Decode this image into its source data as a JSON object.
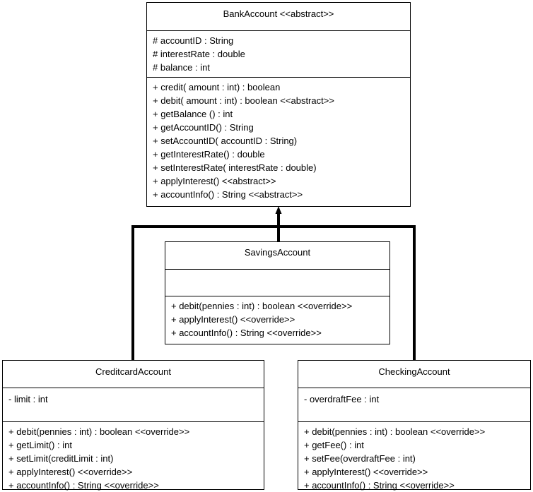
{
  "classes": {
    "bank_account": {
      "name": "BankAccount <<abstract>>",
      "attributes": [
        "# accountID : String",
        "# interestRate : double",
        "# balance : int"
      ],
      "methods": [
        "+ credit( amount : int) : boolean",
        "+ debit( amount : int) : boolean <<abstract>>",
        "+ getBalance () : int",
        "+ getAccountID() : String",
        "+ setAccountID( accountID : String)",
        "+ getInterestRate() : double",
        "+ setInterestRate( interestRate : double)",
        "+ applyInterest() <<abstract>>",
        "+ accountInfo() : String <<abstract>>"
      ]
    },
    "savings_account": {
      "name": "SavingsAccount",
      "attributes": [],
      "methods": [
        "+ debit(pennies : int) : boolean <<override>>",
        "+ applyInterest() <<override>>",
        "+ accountInfo() : String <<override>>"
      ]
    },
    "creditcard_account": {
      "name": "CreditcardAccount",
      "attributes": [
        "- limit : int"
      ],
      "methods": [
        "+ debit(pennies : int) : boolean <<override>>",
        "+ getLimit() : int",
        "+ setLimit(creditLimit : int)",
        "+ applyInterest() <<override>>",
        "+ accountInfo() : String <<override>>"
      ]
    },
    "checking_account": {
      "name": "CheckingAccount",
      "attributes": [
        "- overdraftFee : int"
      ],
      "methods": [
        "+ debit(pennies : int) : boolean <<override>>",
        "+ getFee() : int",
        "+ setFee(overdraftFee : int)",
        "+ applyInterest() <<override>>",
        "+ accountInfo() : String <<override>>"
      ]
    }
  },
  "colors": {
    "line": "#000000",
    "background": "#ffffff"
  }
}
